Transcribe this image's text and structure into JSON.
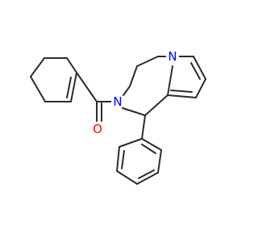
{
  "molecule": {
    "atoms": [
      {
        "id": "N2",
        "label": "N",
        "color": "#0000ff"
      },
      {
        "id": "N4",
        "label": "N",
        "color": "#0000ff"
      },
      {
        "id": "O1",
        "label": "O",
        "color": "#ff0000"
      }
    ],
    "bond_color": "#2b2b2b"
  }
}
